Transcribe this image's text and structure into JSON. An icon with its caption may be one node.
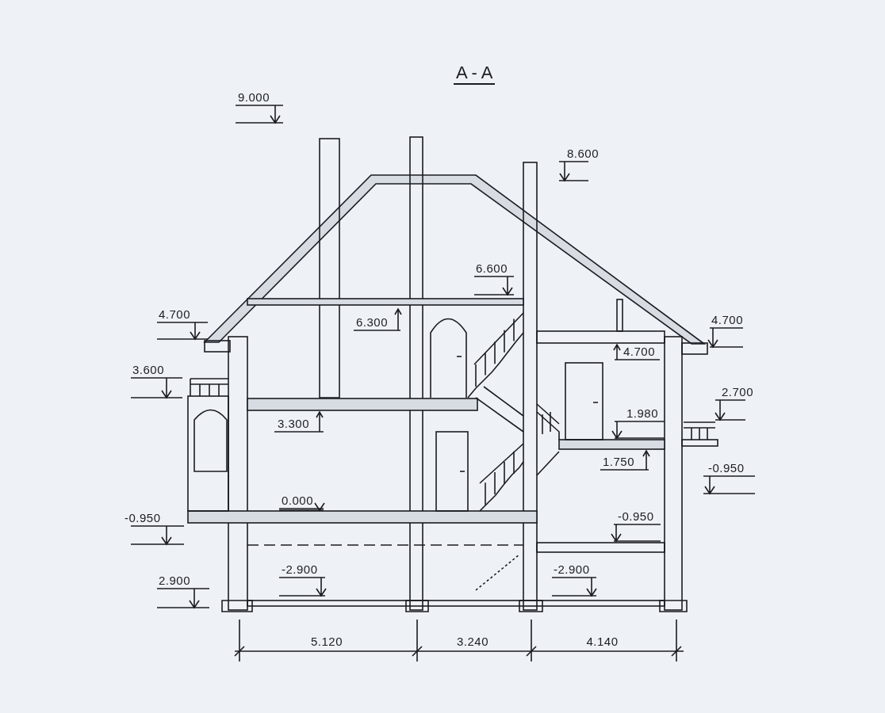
{
  "diagram": {
    "title": "A - A",
    "labels": [
      "9.000",
      "8.600",
      "6.600",
      "4.700",
      "6.300",
      "4.700",
      "4.700",
      "3.600",
      "2.700",
      "3.300",
      "1.980",
      "1.750",
      "-0.950",
      "0.000",
      "-0.950",
      "-0.950",
      "-2.900",
      "-2.900",
      "2.900",
      "5.120",
      "3.240",
      "4.140"
    ]
  }
}
